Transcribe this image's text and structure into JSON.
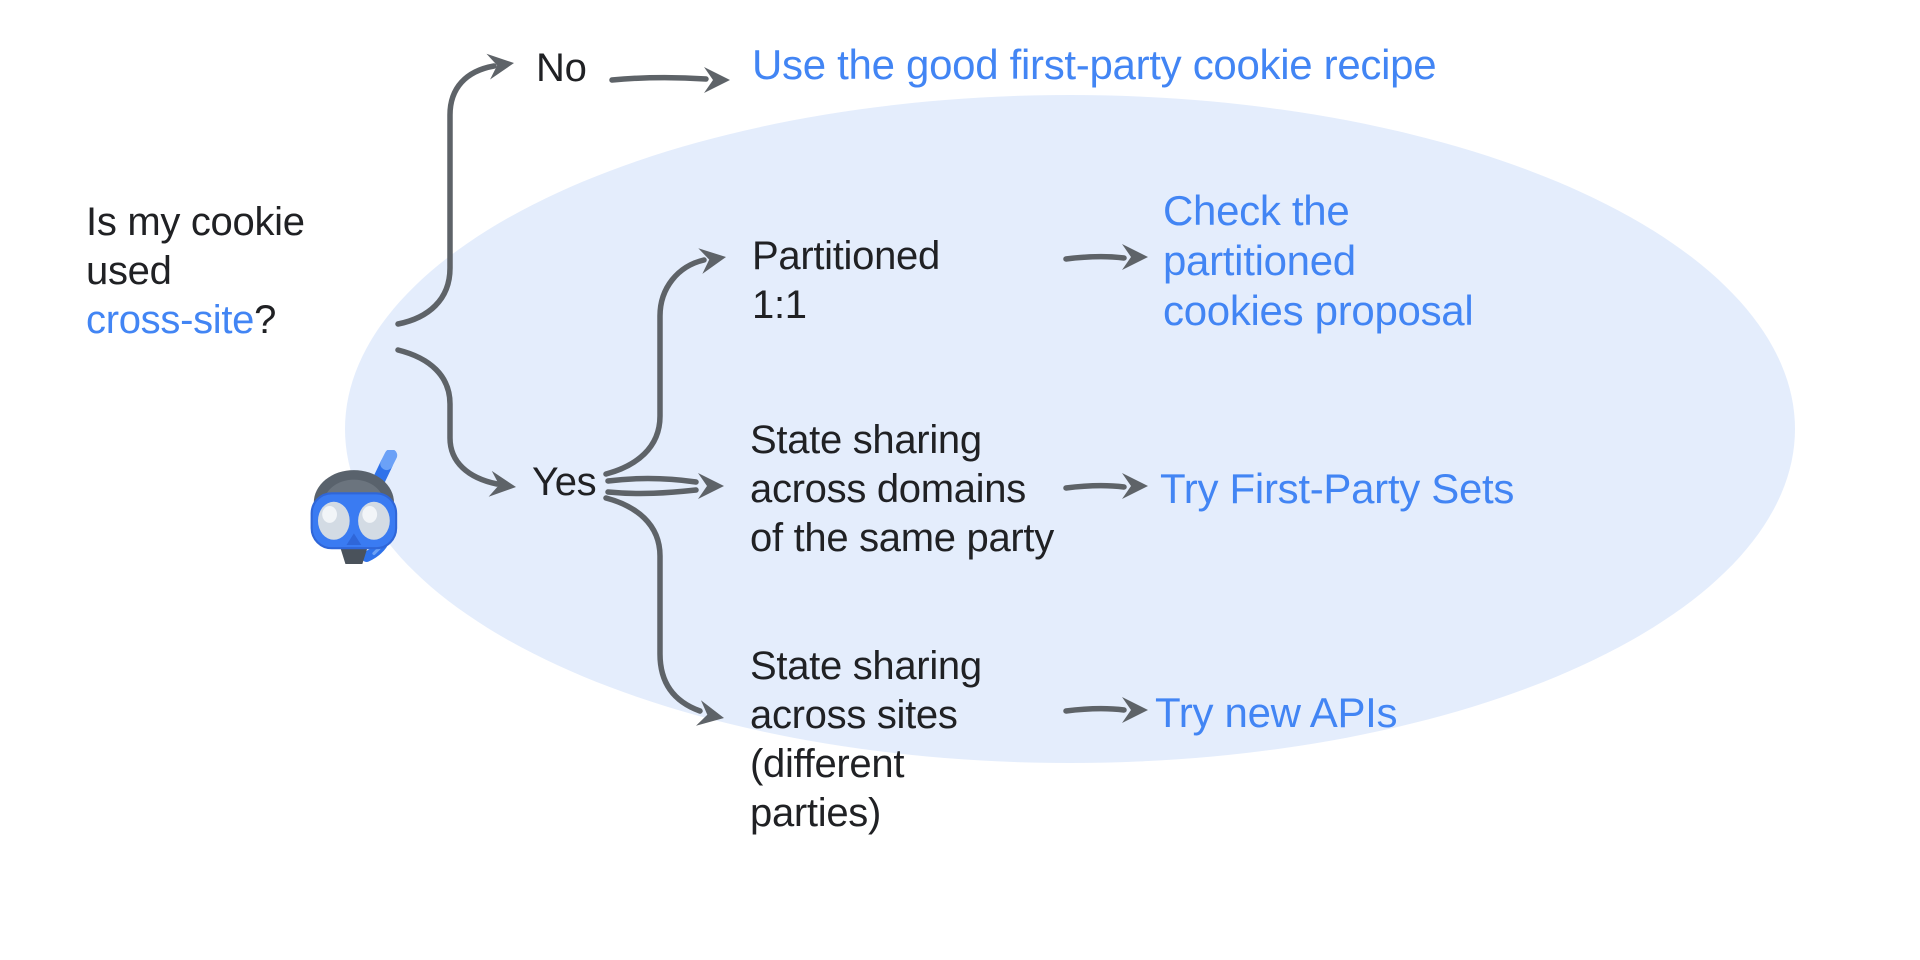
{
  "question": {
    "lines": [
      "Is my cookie",
      "used"
    ],
    "link_word": "cross-site",
    "suffix": "?"
  },
  "branches": {
    "no": {
      "label": "No",
      "answer": "Use the good first-party cookie recipe"
    },
    "yes": {
      "label": "Yes",
      "sub_branches": [
        {
          "condition_lines": [
            "Partitioned",
            "1:1"
          ],
          "answer_lines": [
            "Check the",
            "partitioned",
            "cookies proposal"
          ]
        },
        {
          "condition_lines": [
            "State sharing",
            "across domains",
            "of the same party"
          ],
          "answer_lines": [
            "Try First-Party Sets"
          ]
        },
        {
          "condition_lines": [
            "State sharing",
            "across sites",
            "(different",
            "parties)"
          ],
          "answer_lines": [
            "Try new APIs"
          ]
        }
      ]
    }
  },
  "icons": {
    "diving_mask": "diving-mask-emoji"
  },
  "colors": {
    "link_blue": "#4285F4",
    "text_black": "#202124",
    "arrow_gray": "#5E6368",
    "ellipse_fill": "#E4EDFC",
    "background": "#FFFFFF"
  }
}
